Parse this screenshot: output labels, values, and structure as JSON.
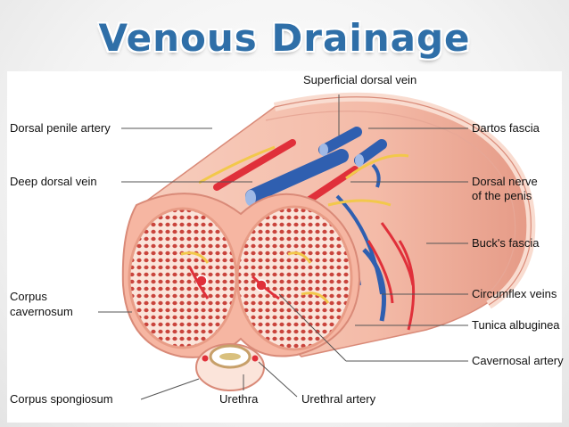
{
  "title": "Venous Drainage",
  "colors": {
    "title": "#2f6fa8",
    "tissue": "#f6c4b4",
    "tissue_dark": "#e89c86",
    "artery": "#e0303a",
    "vein": "#2f5fb0",
    "nerve": "#f2c84b",
    "dot": "#c9443c"
  },
  "labels": {
    "superficial_dorsal_vein": "Superficial dorsal vein",
    "dorsal_penile_artery": "Dorsal penile artery",
    "dartos_fascia": "Dartos fascia",
    "deep_dorsal_vein": "Deep dorsal vein",
    "dorsal_nerve_line1": "Dorsal nerve",
    "dorsal_nerve_line2": "of the penis",
    "bucks_fascia": "Buck's fascia",
    "corpus_cavernosum_line1": "Corpus",
    "corpus_cavernosum_line2": "cavernosum",
    "circumflex_veins": "Circumflex veins",
    "tunica_albuginea": "Tunica albuginea",
    "cavernosal_artery": "Cavernosal artery",
    "corpus_spongiosum": "Corpus spongiosum",
    "urethra": "Urethra",
    "urethral_artery": "Urethral artery"
  }
}
